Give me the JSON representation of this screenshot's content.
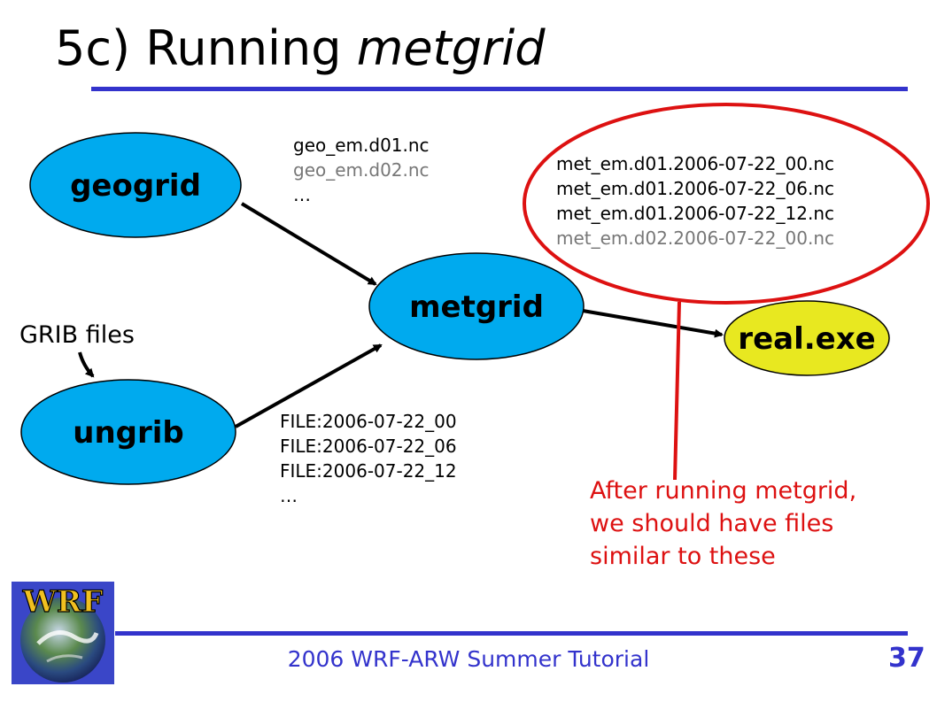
{
  "title": {
    "prefix": "5c) Running ",
    "emphasis": "metgrid"
  },
  "nodes": {
    "geogrid": "geogrid",
    "metgrid": "metgrid",
    "ungrib": "ungrib",
    "real": "real.exe"
  },
  "geo_files": [
    "geo_em.d01.nc",
    "geo_em.d02.nc",
    "…"
  ],
  "met_files": [
    "met_em.d01.2006-07-22_00.nc",
    "met_em.d01.2006-07-22_06.nc",
    "met_em.d01.2006-07-22_12.nc",
    "met_em.d02.2006-07-22_00.nc"
  ],
  "ungrib_files": [
    "FILE:2006-07-22_00",
    "FILE:2006-07-22_06",
    "FILE:2006-07-22_12",
    "…"
  ],
  "grib_label": "GRIB files",
  "note": [
    "After running metgrid,",
    "we should have files",
    "similar to these"
  ],
  "footer": "2006 WRF-ARW Summer Tutorial",
  "page_number": "37",
  "logo_text": "WRF",
  "colors": {
    "node_blue": "#00aaee",
    "node_yellow": "#e8e820",
    "accent_blue": "#3333cc",
    "annotation_red": "#dd1111"
  }
}
